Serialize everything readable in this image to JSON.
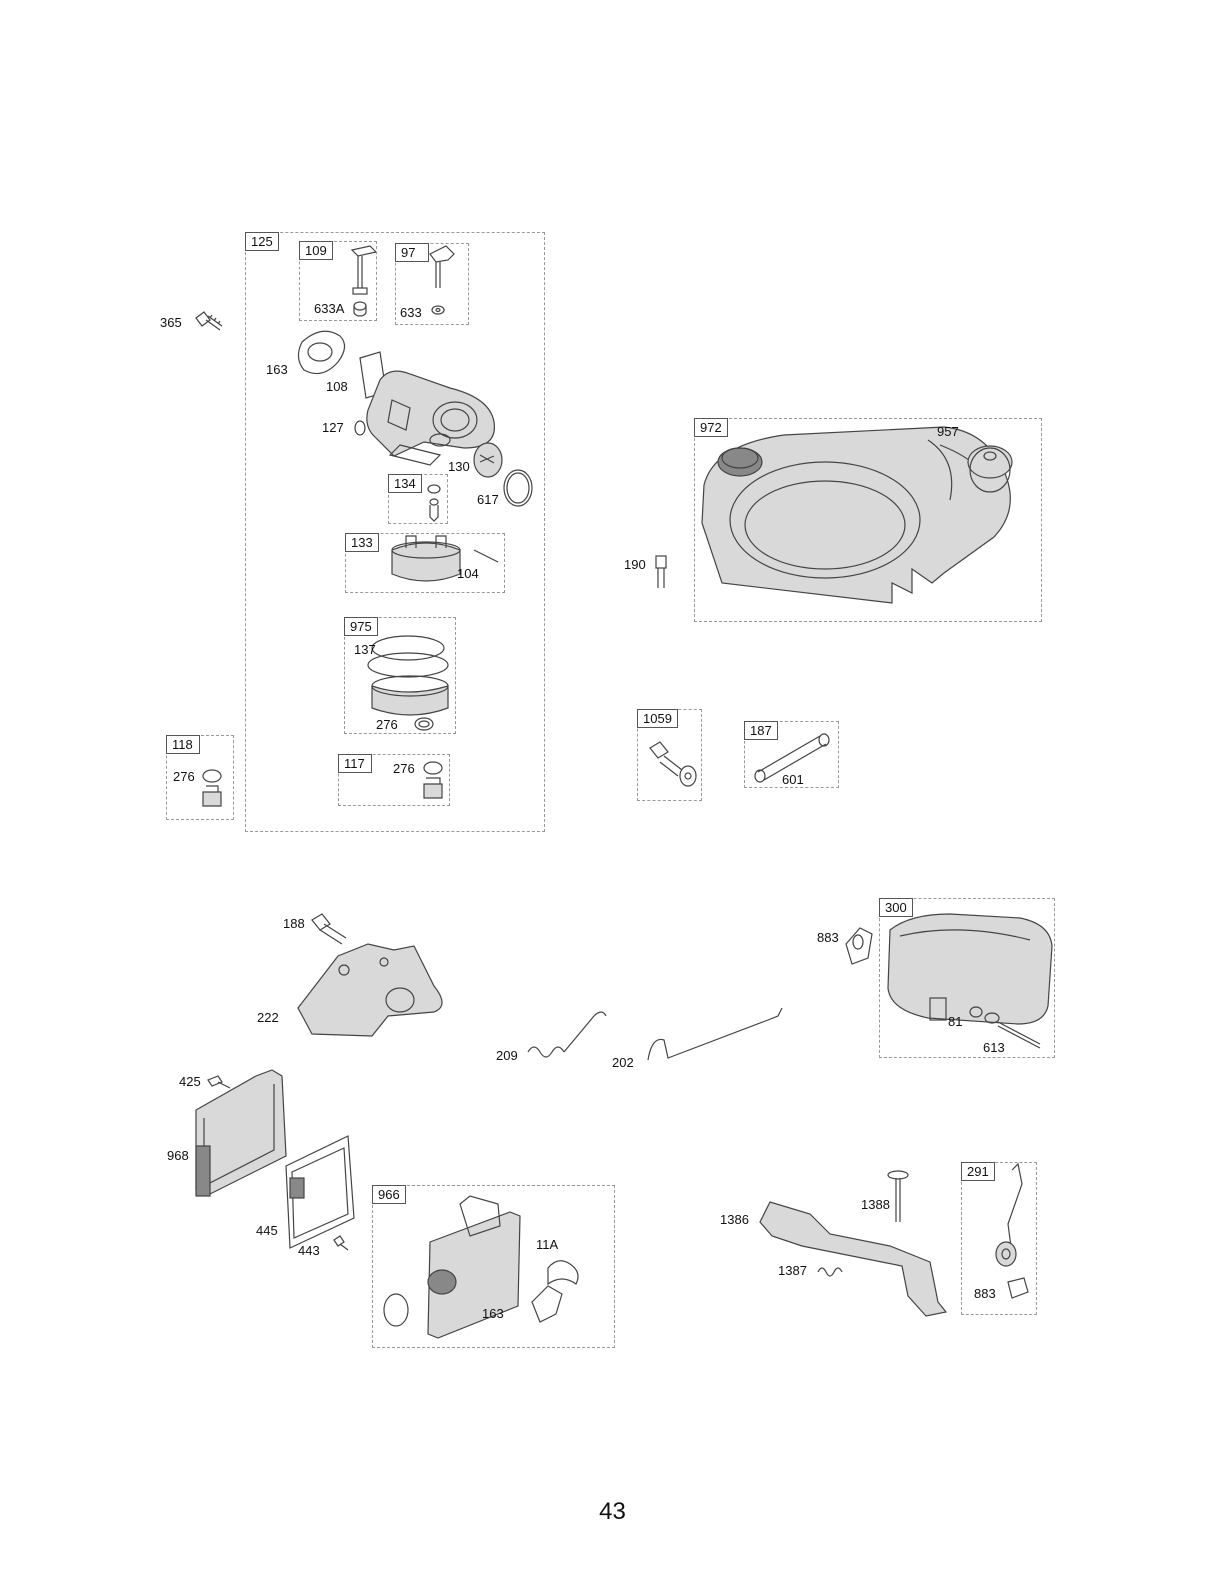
{
  "page_number": "43",
  "boxes": {
    "b125": "125",
    "b109": "109",
    "b97": "97",
    "b134": "134",
    "b133": "133",
    "b975": "975",
    "b117": "117",
    "b118": "118",
    "b972": "972",
    "b1059": "1059",
    "b187": "187",
    "b300": "300",
    "b966": "966",
    "b291": "291"
  },
  "labels": {
    "l365": "365",
    "l633A": "633A",
    "l633": "633",
    "l163a": "163",
    "l108": "108",
    "l127": "127",
    "l130": "130",
    "l617": "617",
    "l104": "104",
    "l137": "137",
    "l276a": "276",
    "l276b": "276",
    "l276c": "276",
    "l957": "957",
    "l190": "190",
    "l601": "601",
    "l188": "188",
    "l222": "222",
    "l209": "209",
    "l202": "202",
    "l883a": "883",
    "l81": "81",
    "l613": "613",
    "l425": "425",
    "l968": "968",
    "l445": "445",
    "l443": "443",
    "l11A": "11A",
    "l163b": "163",
    "l1388": "1388",
    "l1386": "1386",
    "l1387": "1387",
    "l883b": "883"
  }
}
